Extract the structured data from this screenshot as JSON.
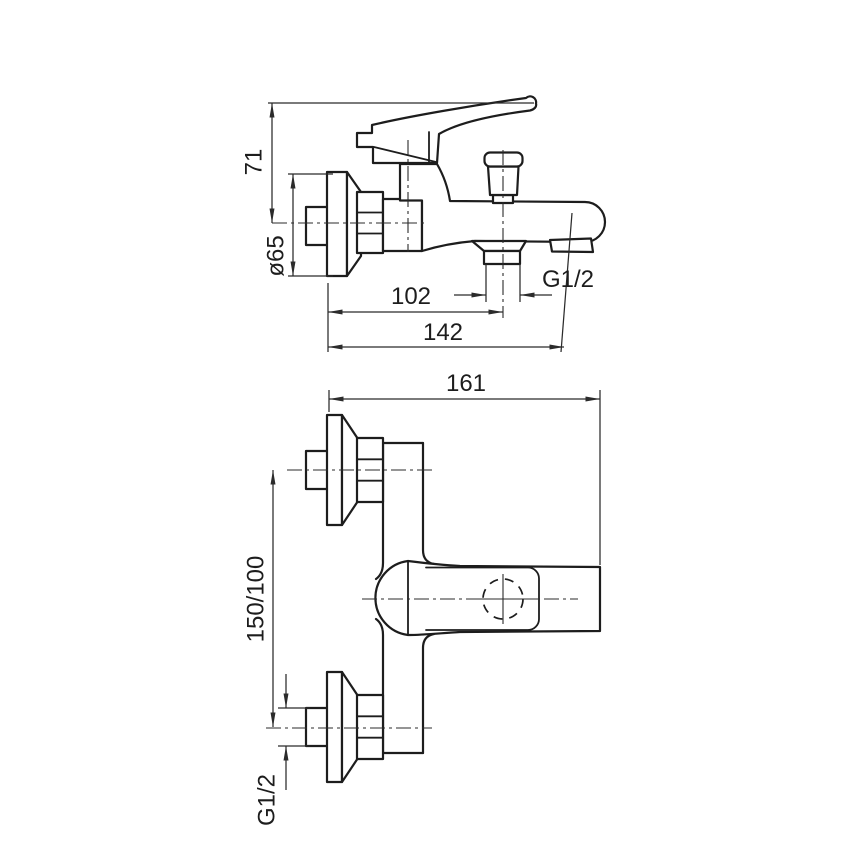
{
  "page": {
    "background": "#ffffff",
    "line_color": "#1d1d1d",
    "dimension_line_color": "#2b2b2b",
    "description": "Two-view technical dimension drawing of a wall-mounted bath mixer tap"
  },
  "views": {
    "side": {
      "labels": {
        "height": "71",
        "flange_diameter": "ø65",
        "shower_outlet_offset": "102",
        "spout_reach": "142",
        "shower_outlet_thread": "G1/2"
      }
    },
    "plan": {
      "labels": {
        "total_depth": "161",
        "inlet_spacing": "150/100",
        "inlet_thread": "G1/2"
      }
    }
  }
}
